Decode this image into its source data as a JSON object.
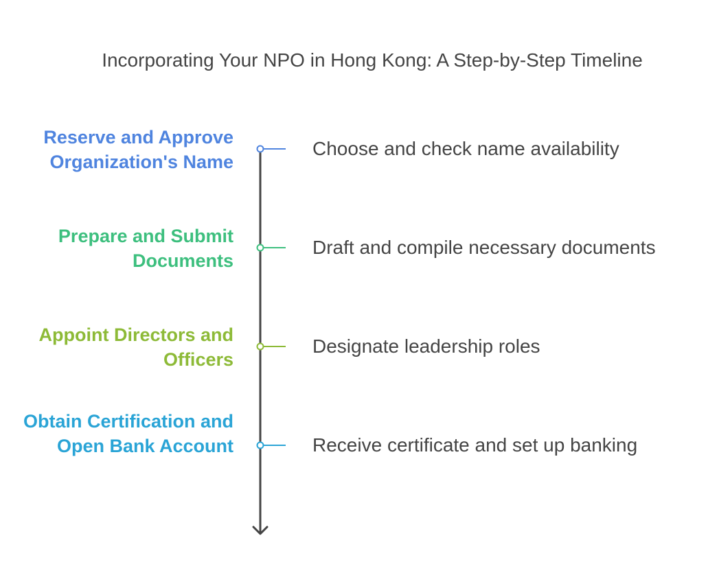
{
  "title": "Incorporating Your NPO in Hong Kong: A Step-by-Step Timeline",
  "timeline": {
    "axis_color": "#444444",
    "steps": [
      {
        "label": "Reserve and Approve Organization's Name",
        "description": "Choose and check name availability",
        "color": "#4f84df"
      },
      {
        "label": "Prepare and Submit Documents",
        "description": "Draft and compile necessary documents",
        "color": "#3dbf7e"
      },
      {
        "label": "Appoint Directors and Officers",
        "description": "Designate leadership roles",
        "color": "#8dba37"
      },
      {
        "label": "Obtain Certification and Open Bank Account",
        "description": "Receive certificate and set up banking",
        "color": "#2aa4d6"
      }
    ]
  }
}
